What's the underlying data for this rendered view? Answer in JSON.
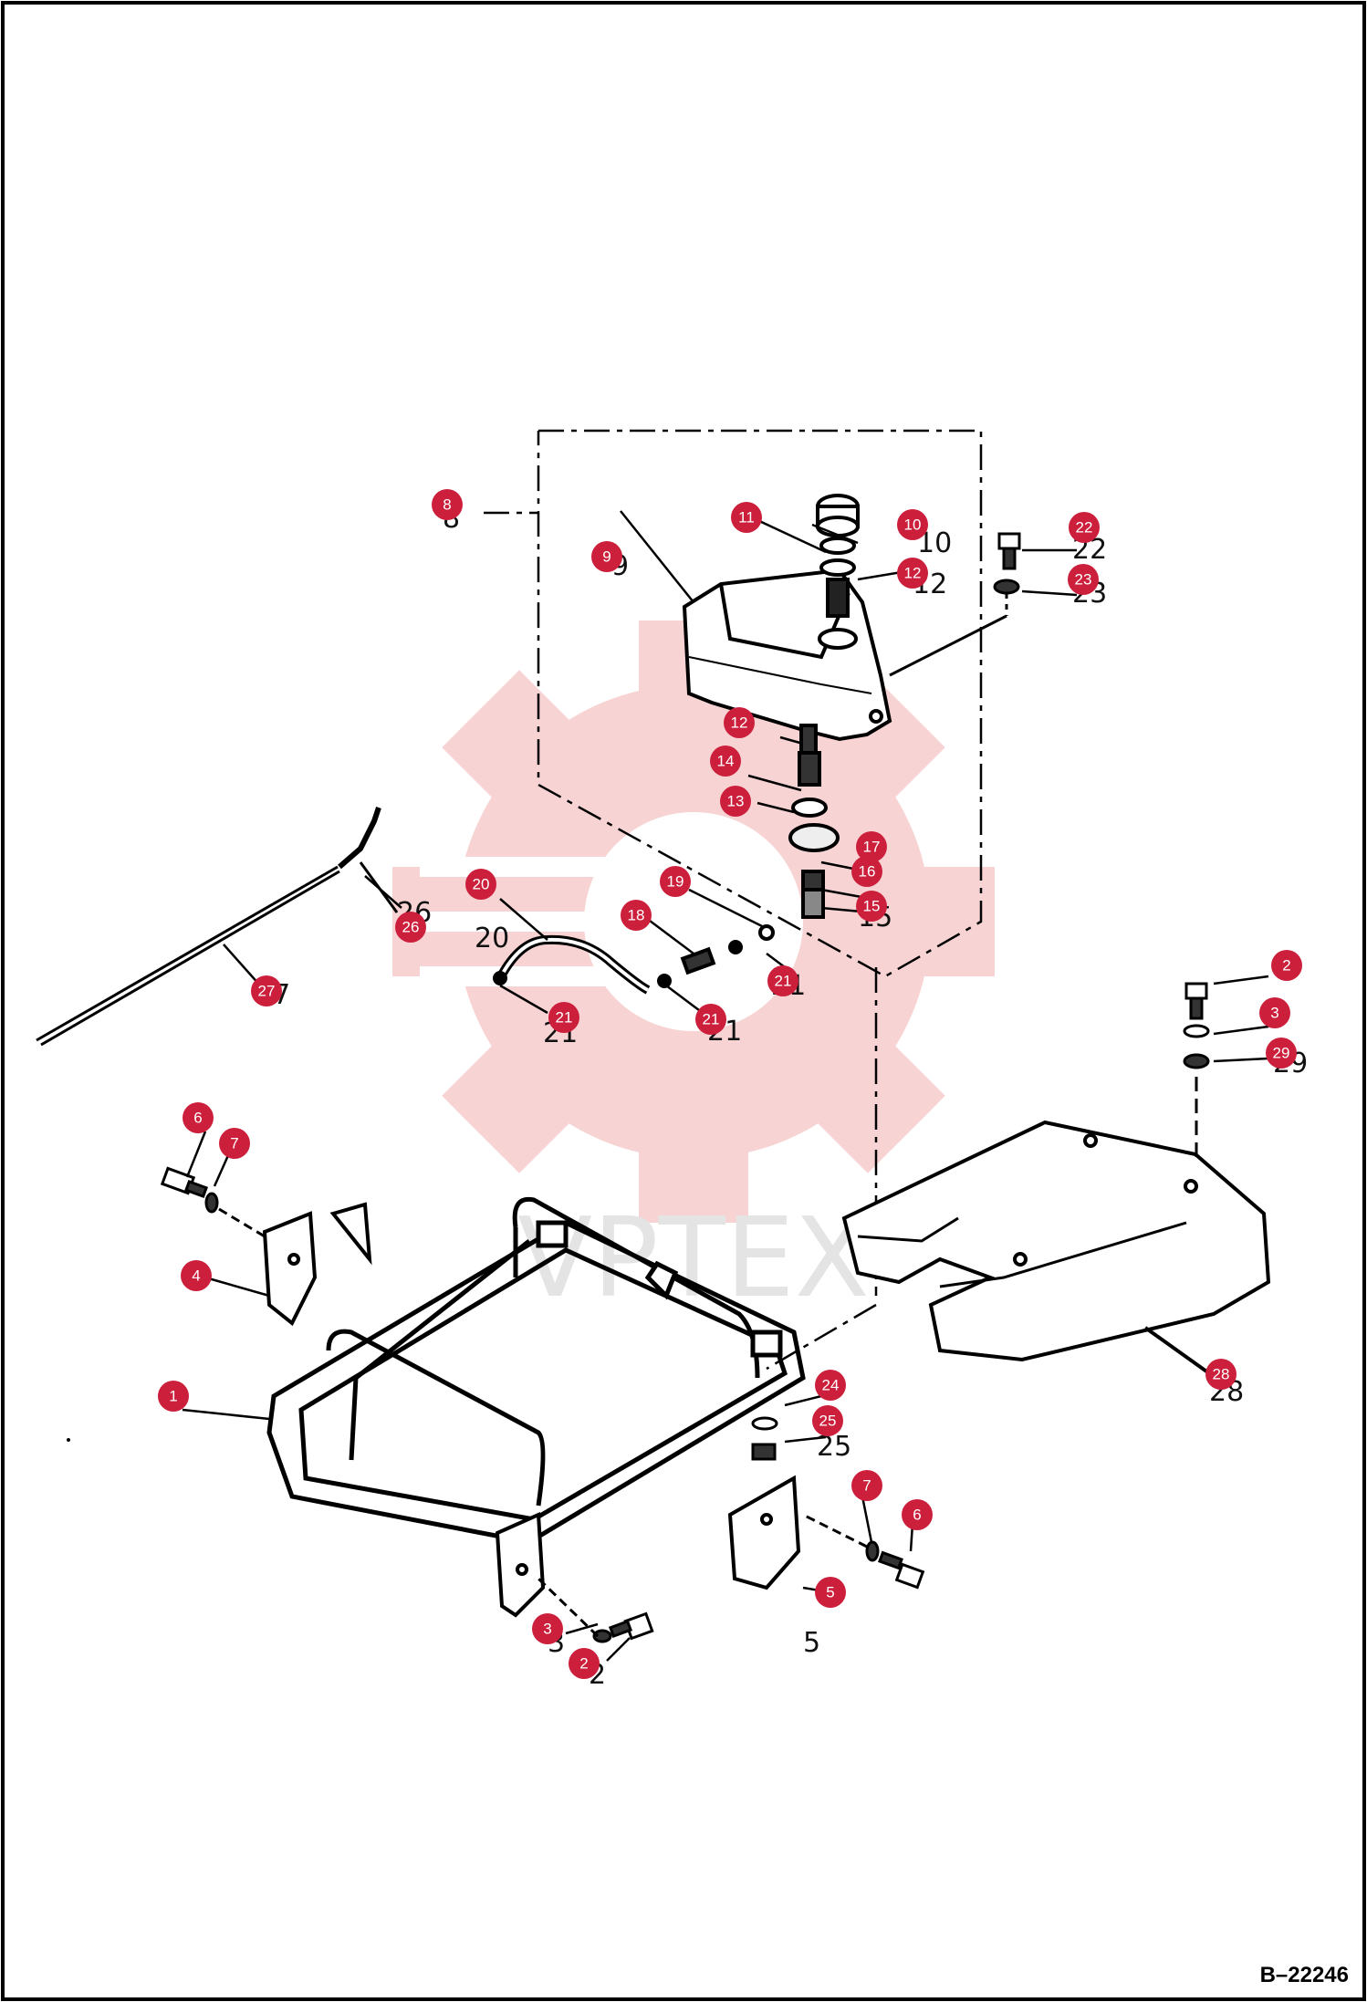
{
  "diagram": {
    "drawing_number": "B–22246",
    "watermark_text": "VPTEX",
    "callout_color": "#cc1f3c",
    "watermark_color": "#f4b0b0",
    "callouts": [
      {
        "label": "1"
      },
      {
        "label": "2"
      },
      {
        "label": "2"
      },
      {
        "label": "3"
      },
      {
        "label": "3"
      },
      {
        "label": "4"
      },
      {
        "label": "5"
      },
      {
        "label": "6"
      },
      {
        "label": "6"
      },
      {
        "label": "7"
      },
      {
        "label": "7"
      },
      {
        "label": "8"
      },
      {
        "label": "9"
      },
      {
        "label": "10"
      },
      {
        "label": "11"
      },
      {
        "label": "12"
      },
      {
        "label": "12"
      },
      {
        "label": "13"
      },
      {
        "label": "14"
      },
      {
        "label": "15"
      },
      {
        "label": "16"
      },
      {
        "label": "17"
      },
      {
        "label": "18"
      },
      {
        "label": "19"
      },
      {
        "label": "20"
      },
      {
        "label": "21"
      },
      {
        "label": "21"
      },
      {
        "label": "21"
      },
      {
        "label": "21"
      },
      {
        "label": "22"
      },
      {
        "label": "23"
      },
      {
        "label": "24"
      },
      {
        "label": "25"
      },
      {
        "label": "26"
      },
      {
        "label": "27"
      },
      {
        "label": "28"
      },
      {
        "label": "29"
      },
      {
        "label": "2"
      },
      {
        "label": "3"
      }
    ]
  }
}
